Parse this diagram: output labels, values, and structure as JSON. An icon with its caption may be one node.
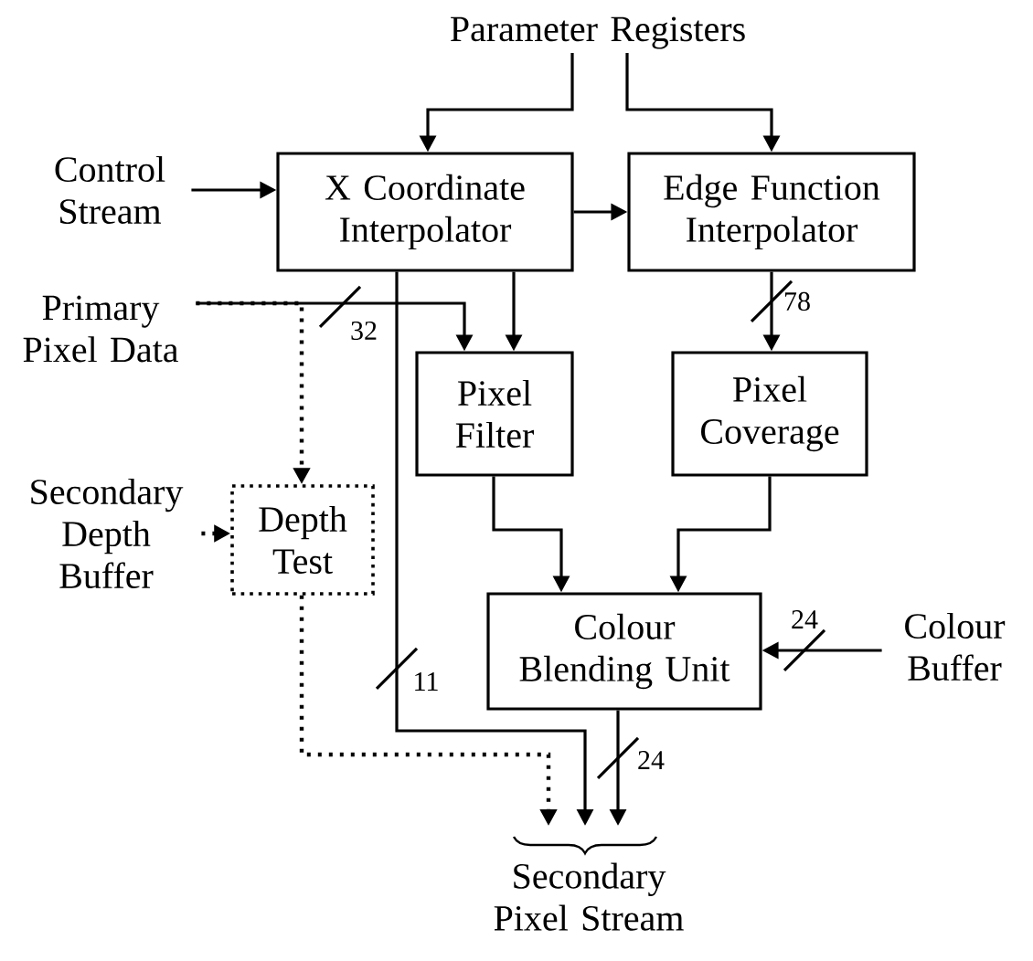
{
  "diagram": {
    "nodes": [
      {
        "text": [
          "Parameter Registers"
        ]
      },
      {
        "text": [
          "Control Stream"
        ]
      },
      {
        "text": [
          "X Coordinate Interpolator"
        ]
      },
      {
        "text": [
          "Edge Function Interpolator"
        ]
      },
      {
        "text": [
          "Primary Pixel Data"
        ]
      },
      {
        "text": [
          "Pixel Filter"
        ]
      },
      {
        "text": [
          "Pixel Coverage"
        ]
      },
      {
        "text": [
          "Secondary Depth Buffer"
        ]
      },
      {
        "text": [
          "Depth Test"
        ]
      },
      {
        "text": [
          "Colour Blending Unit"
        ]
      },
      {
        "text": [
          "Colour Buffer"
        ]
      },
      {
        "text": [
          "Secondary Pixel Stream"
        ]
      }
    ],
    "edges": [
      {
        "from": 0,
        "to": 2,
        "arrow": "to"
      },
      {
        "from": 0,
        "to": 3,
        "arrow": "to"
      },
      {
        "from": 1,
        "to": 2,
        "arrow": "to"
      },
      {
        "from": 2,
        "to": 3,
        "arrow": "to"
      },
      {
        "from": 4,
        "to": 5,
        "arrow": "to",
        "label": "32"
      },
      {
        "from": 2,
        "to": 5,
        "arrow": "to"
      },
      {
        "from": 4,
        "to": 8,
        "arrow": "to",
        "style": "dashed"
      },
      {
        "from": 3,
        "to": 6,
        "arrow": "to",
        "label": "78"
      },
      {
        "from": 5,
        "to": 9,
        "arrow": "to"
      },
      {
        "from": 6,
        "to": 9,
        "arrow": "to"
      },
      {
        "from": 7,
        "to": 8,
        "arrow": "to",
        "style": "dashed"
      },
      {
        "from": 10,
        "to": 9,
        "arrow": "to",
        "label": "24"
      },
      {
        "from": 2,
        "to": 11,
        "arrow": "to",
        "label": "11"
      },
      {
        "from": 8,
        "to": 11,
        "arrow": "to",
        "style": "dashed"
      },
      {
        "from": 9,
        "to": 11,
        "arrow": "to",
        "label": "24"
      }
    ]
  }
}
